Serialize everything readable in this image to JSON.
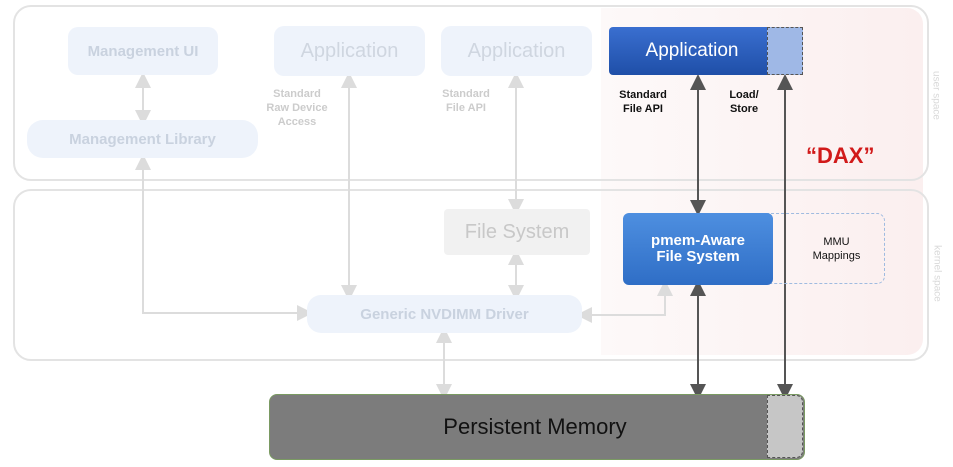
{
  "layers": {
    "user_space_label": "user space",
    "kernel_space_label": "kernel space"
  },
  "user": {
    "management_ui": "Management UI",
    "management_library": "Management Library",
    "app_raw": "Application",
    "app_file": "Application",
    "app_dax": "Application",
    "raw_label_lines": [
      "Standard",
      "Raw Device",
      "Access"
    ],
    "file_api_label_lines": [
      "Standard",
      "File API"
    ],
    "dax_file_api_lines": [
      "Standard",
      "File API"
    ],
    "load_store_lines": [
      "Load/",
      "Store"
    ]
  },
  "dax_label": "“DAX”",
  "kernel": {
    "file_system": "File System",
    "pmem_fs_lines": [
      "pmem-Aware",
      "File System"
    ],
    "mmu_lines": [
      "MMU",
      "Mappings"
    ],
    "nvdimm_driver": "Generic NVDIMM Driver"
  },
  "hardware": {
    "persistent_memory": "Persistent Memory"
  },
  "colors": {
    "dax_red": "#d11a1a",
    "app_blue": "#1f4fa8",
    "fs_blue": "#2f6ec6",
    "pm_grey": "#7c7c7c"
  }
}
